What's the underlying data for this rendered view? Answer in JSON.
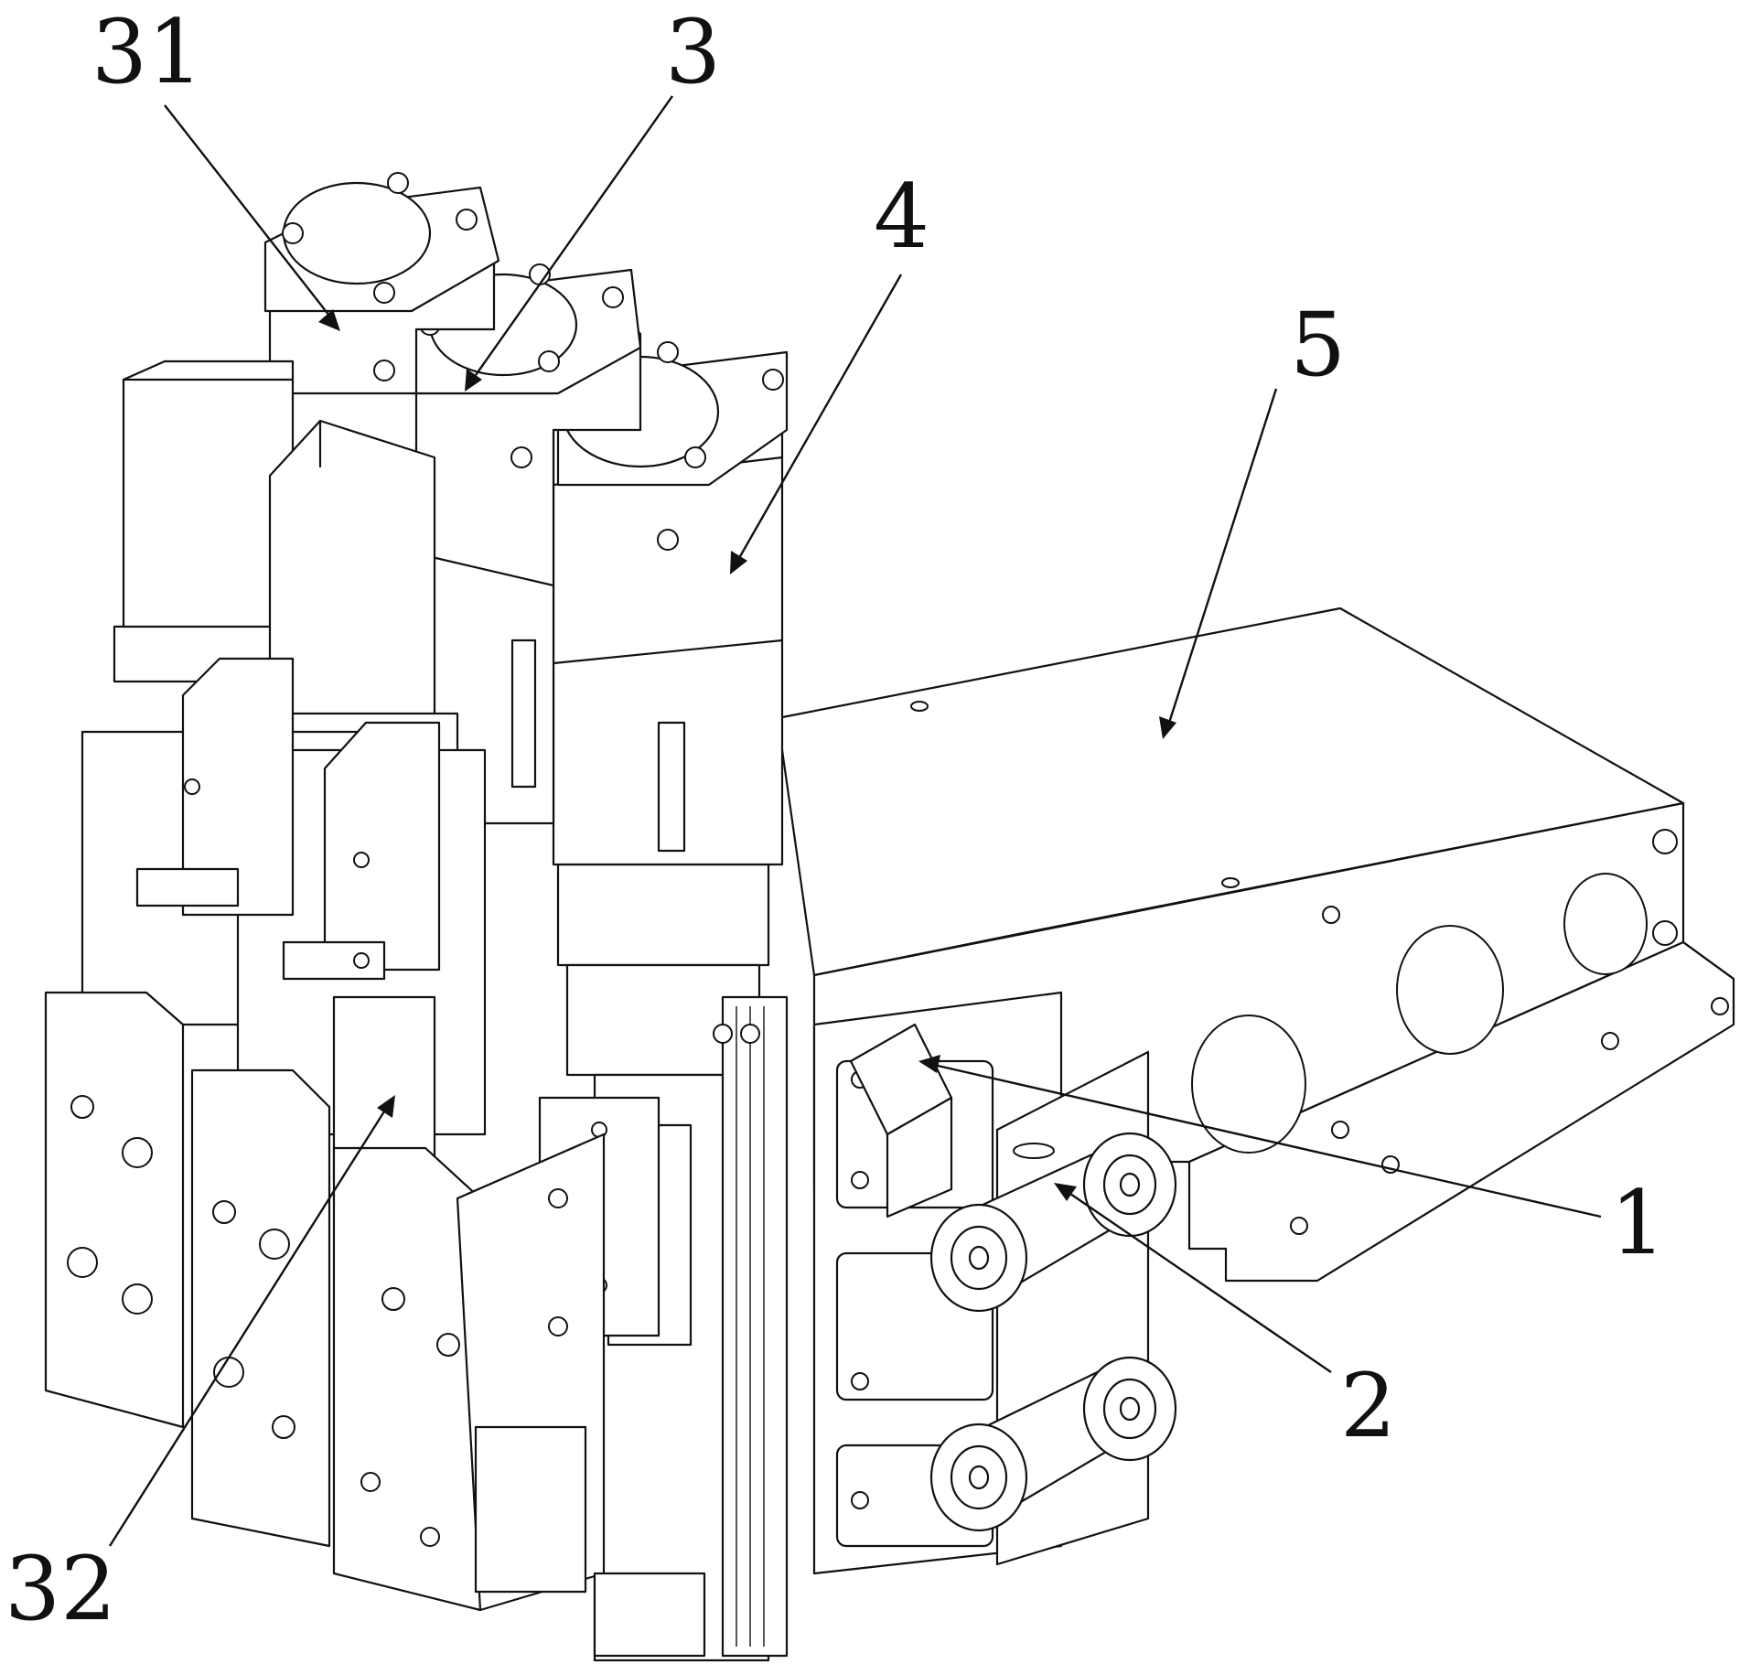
{
  "figure": {
    "description_labels": {
      "label_31": "31",
      "label_3": "3",
      "label_4": "4",
      "label_5": "5",
      "label_1": "1",
      "label_2": "2",
      "label_32": "32"
    }
  },
  "colors": {
    "line": "#111111",
    "background": "#ffffff"
  }
}
